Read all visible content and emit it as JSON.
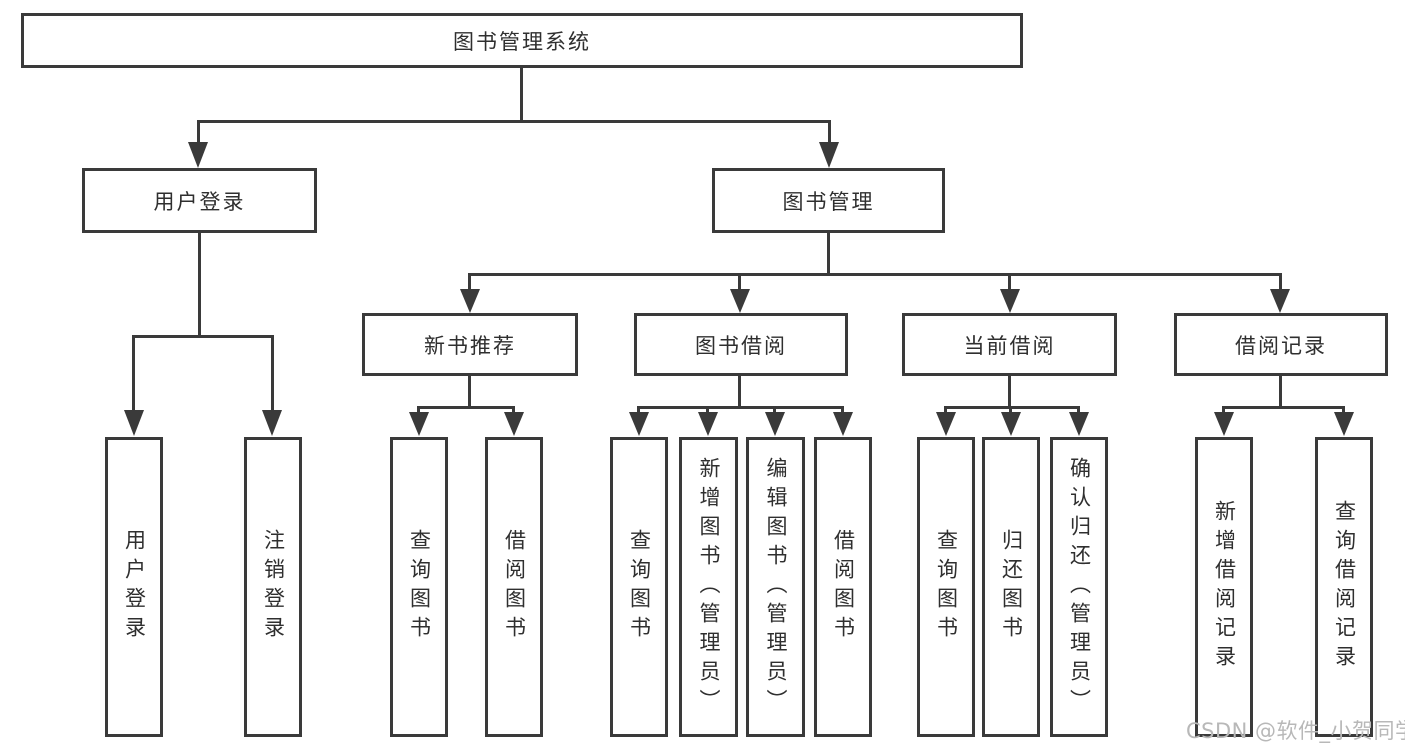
{
  "tree": {
    "root": {
      "label": "图书管理系统"
    },
    "branches": [
      {
        "label": "用户登录",
        "leaves": [
          "用户登录",
          "注销登录"
        ]
      },
      {
        "label": "图书管理",
        "groups": [
          {
            "label": "新书推荐",
            "leaves": [
              "查询图书",
              "借阅图书"
            ]
          },
          {
            "label": "图书借阅",
            "leaves": [
              "查询图书",
              "新增图书（管理员）",
              "编辑图书（管理员）",
              "借阅图书"
            ]
          },
          {
            "label": "当前借阅",
            "leaves": [
              "查询图书",
              "归还图书",
              "确认归还（管理员）"
            ]
          },
          {
            "label": "借阅记录",
            "leaves": [
              "新增借阅记录",
              "查询借阅记录"
            ]
          }
        ]
      }
    ]
  },
  "watermark": {
    "text": "CSDN @软件_小贺同学"
  },
  "colors": {
    "line": "#3a3a3a",
    "text": "#2f2f2f",
    "box_background": "#ffffff",
    "watermark": "#b8b8b8",
    "background": "#ffffff"
  }
}
